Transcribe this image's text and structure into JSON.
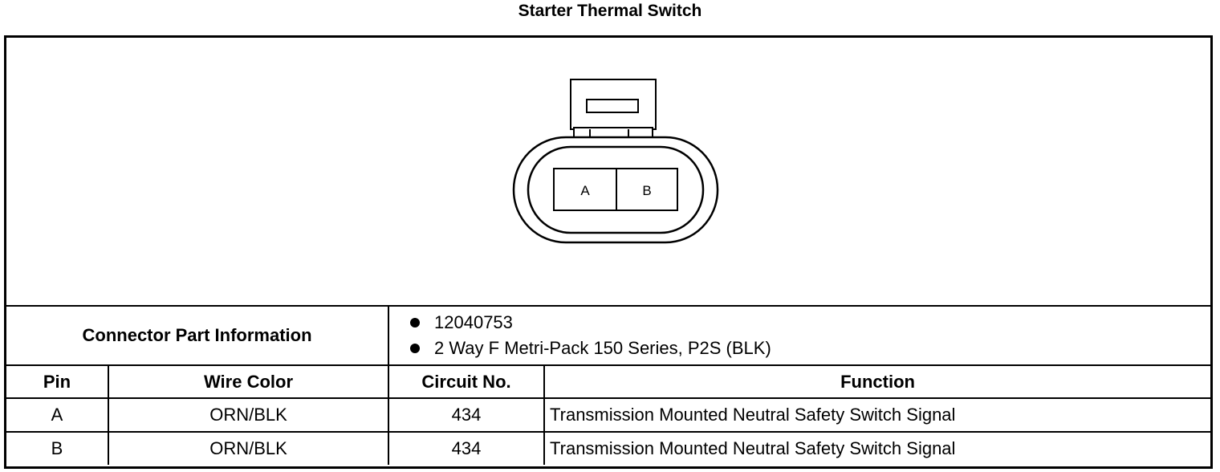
{
  "title": "Starter Thermal Switch",
  "connector": {
    "cavity_labels": [
      "A",
      "B"
    ]
  },
  "part_info": {
    "label": "Connector Part Information",
    "items": [
      "12040753",
      "2 Way F Metri-Pack 150 Series, P2S (BLK)"
    ]
  },
  "table": {
    "headers": {
      "pin": "Pin",
      "wire_color": "Wire Color",
      "circuit": "Circuit No.",
      "function": "Function"
    },
    "rows": [
      {
        "pin": "A",
        "wire_color": "ORN/BLK",
        "circuit": "434",
        "function": "Transmission Mounted Neutral Safety Switch Signal"
      },
      {
        "pin": "B",
        "wire_color": "ORN/BLK",
        "circuit": "434",
        "function": "Transmission Mounted Neutral Safety Switch Signal"
      }
    ]
  }
}
